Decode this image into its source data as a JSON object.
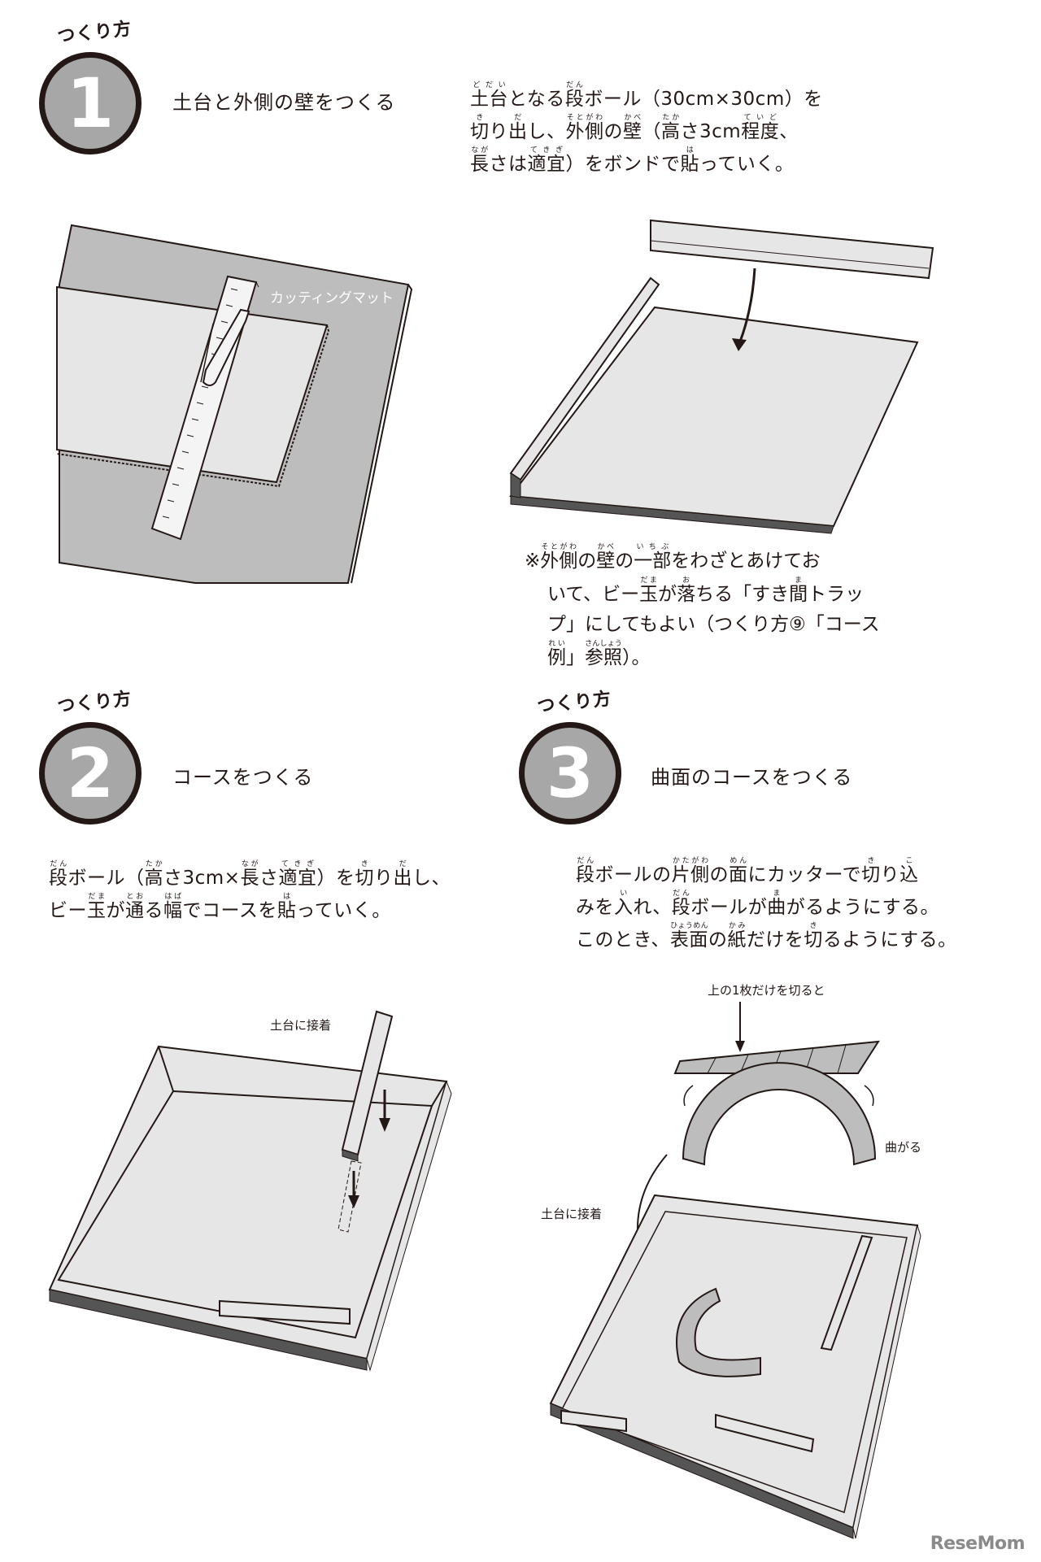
{
  "steps": [
    {
      "kicker": "つくり方",
      "number": "1",
      "title": "土台と外側の壁をつくる",
      "description": [
        "{土台|どだい}となる{段|だん}ボール（30cm×30cm）を",
        "{切|き}り{出|だ}し、{外側|そとがわ}の{壁|かべ}（{高|たか}さ3cm{程度|ていど}、",
        "{長|なが}さは{適宜|てきぎ}）をボンドで{貼|は}っていく。"
      ],
      "illustration_label": "カッティングマット",
      "note": [
        "※{外側|そとがわ}の{壁|かべ}の{一部|いちぶ}をわざとあけてお",
        "いて、ビー{玉|だま}が{落|お}ちる「すき{間|ま}トラッ",
        "プ」にしてもよい（つくり方⑨「コース",
        "{例|れい}」{参照|さんしょう}）。"
      ]
    },
    {
      "kicker": "つくり方",
      "number": "2",
      "title": "コースをつくる",
      "description": [
        "{段|だん}ボール（{高|たか}さ3cm×{長|なが}さ{適宜|てきぎ}）を{切|き}り{出|だ}し、",
        "ビー{玉|だま}が{通|とお}る{幅|はば}でコースを{貼|は}っていく。"
      ],
      "illustration_label": "土台に接着"
    },
    {
      "kicker": "つくり方",
      "number": "3",
      "title": "曲面のコースをつくる",
      "description": [
        "{段|だん}ボールの{片側|かたがわ}の{面|めん}にカッターで{切|き}り{込|こ}",
        "みを{入|い}れ、{段|だん}ボールが{曲|ま}がるようにする。",
        "このとき、{表面|ひょうめん}の{紙|かみ}だけを{切|き}るようにする。"
      ],
      "labels": {
        "cut_top": "上の1枚だけを切ると",
        "bends": "曲がる",
        "attach": "土台に接着"
      }
    }
  ],
  "logo": "ReseMom",
  "colors": {
    "badge_fill": "#a7a7a7",
    "ink": "#231815",
    "mat": "#bdbdbd",
    "cardboard": "#e6e6e6"
  }
}
